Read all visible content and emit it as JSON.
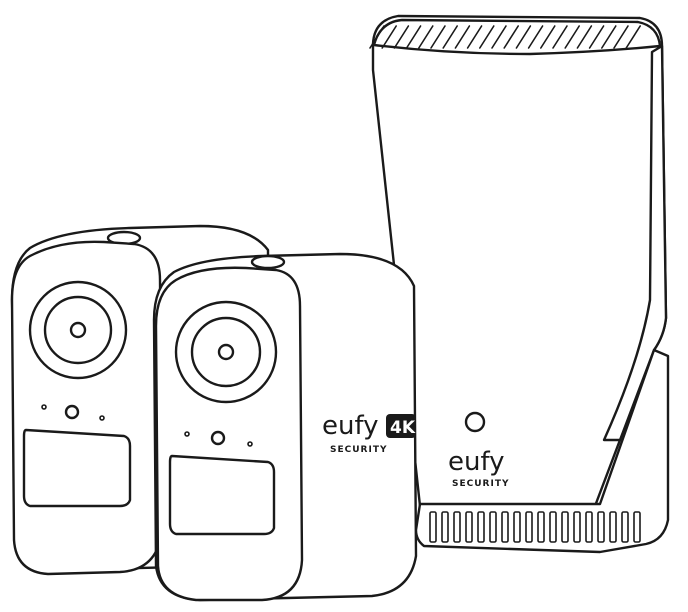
{
  "product": {
    "brand": "eufy",
    "brand_sub": "SECURITY",
    "resolution_badge": "4K",
    "stroke_color": "#1a1a1a",
    "fill_color": "#ffffff"
  }
}
